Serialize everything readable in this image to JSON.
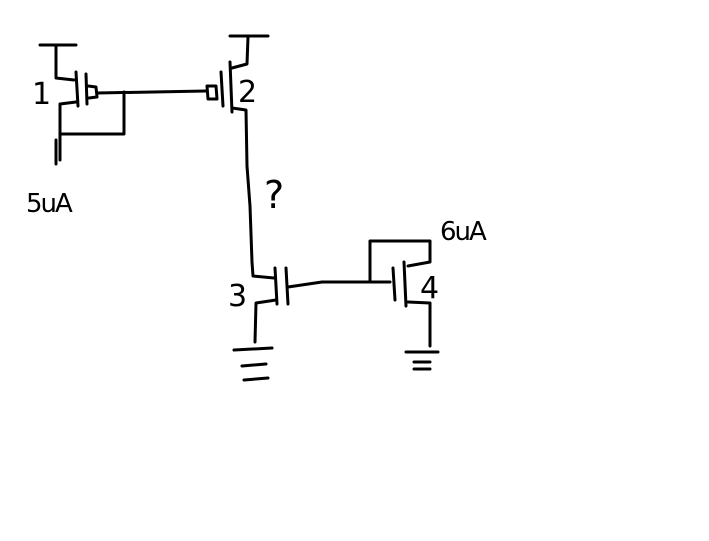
{
  "diagram": {
    "background": "#ffffff",
    "stroke_color": "#000000",
    "transistors": [
      {
        "id": "m1",
        "label": "1",
        "type": "pmos"
      },
      {
        "id": "m2",
        "label": "2",
        "type": "pmos"
      },
      {
        "id": "m3",
        "label": "3",
        "type": "nmos"
      },
      {
        "id": "m4",
        "label": "4",
        "type": "nmos"
      }
    ],
    "currents": {
      "left": "5uA",
      "right": "6uA"
    },
    "unknown": "?"
  }
}
